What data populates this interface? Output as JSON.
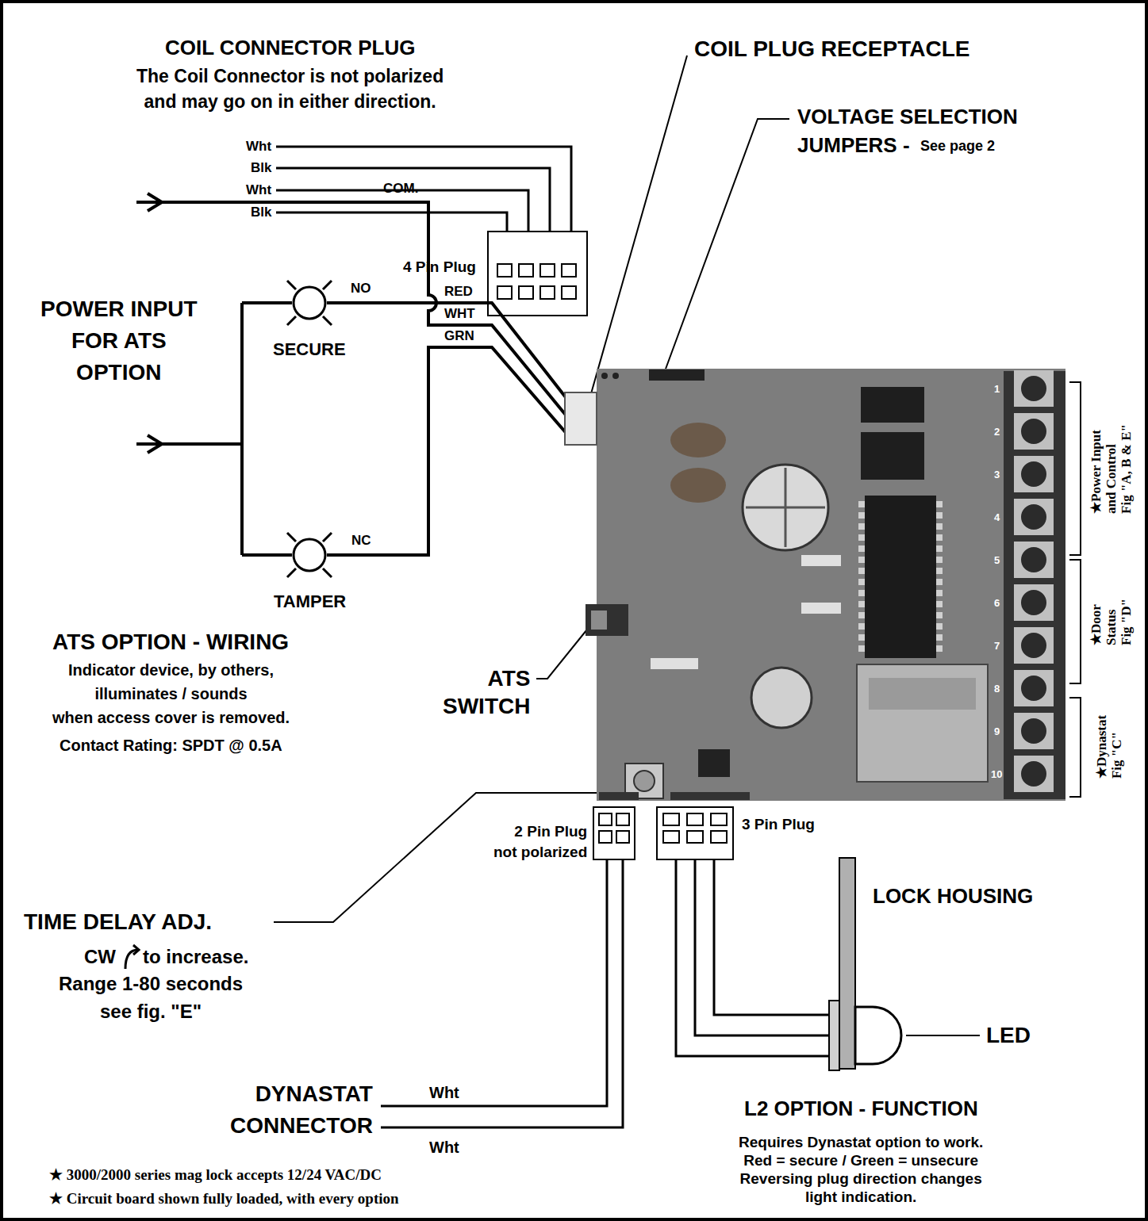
{
  "diagram": {
    "labels": [
      "COIL CONNECTOR PLUG",
      "The Coil Connector is not polarized and may go on in either direction.",
      "Wht",
      "Blk",
      "Wht",
      "Blk",
      "4 Pin Plug",
      "COIL PLUG RECEPTACLE",
      "VOLTAGE SELECTION JUMPERS -",
      "See page 2",
      "POWER INPUT FOR ATS OPTION",
      "COM.",
      "NO",
      "RED",
      "WHT",
      "GRN",
      "SECURE",
      "NC",
      "TAMPER",
      "ATS OPTION - WIRING",
      "Indicator device, by others, illuminates / sounds when access cover is removed.",
      "Contact Rating: SPDT @ 0.5A",
      "ATS SWITCH",
      "TIME DELAY ADJ.",
      "CW",
      "to increase.",
      "Range 1-80 seconds see fig. \"E\"",
      "2 Pin Plug not polarized",
      "3 Pin Plug",
      "LOCK HOUSING",
      "LED",
      "DYNASTAT CONNECTOR",
      "Wht",
      "Wht",
      "L2 OPTION - FUNCTION",
      "Requires Dynastat option to work. Red = secure / Green = unsecure Reversing plug direction changes light indication.",
      "★ 3000/2000 series mag lock accepts 12/24 VAC/DC",
      "★ Circuit board shown fully loaded, with every option",
      "★Power Input and Control Fig \"A, B & E\"",
      "★Door Status Fig \"D\"",
      "★Dynastat Fig \"C\"",
      "1",
      "2",
      "3",
      "4",
      "5",
      "6",
      "7",
      "8",
      "9",
      "10"
    ]
  }
}
